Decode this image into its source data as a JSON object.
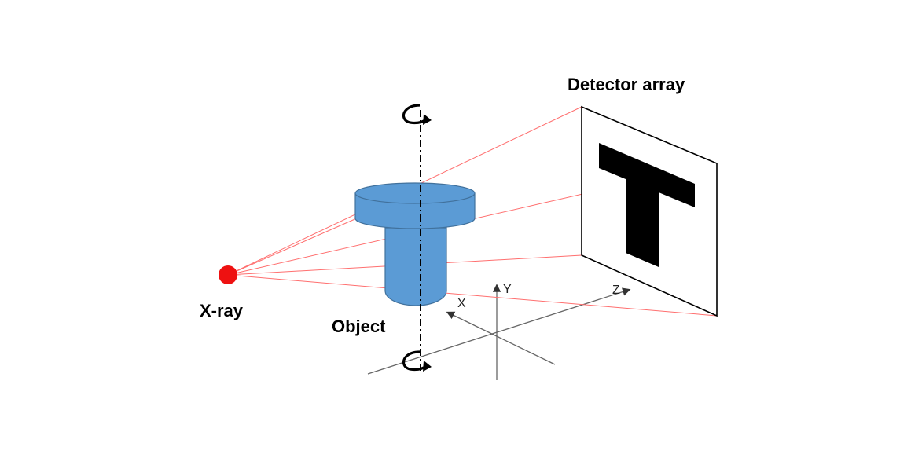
{
  "labels": {
    "detector": "Detector array",
    "source": "X-ray",
    "object": "Object"
  },
  "axes": {
    "x": "X",
    "y": "Y",
    "z": "Z"
  },
  "projected_letter": "T",
  "icons": {
    "source": "red-dot-icon",
    "rotation_top": "rotation-arrow-icon",
    "rotation_bottom": "rotation-arrow-icon"
  },
  "colors": {
    "beam": "#ff6f6f",
    "source": "#ee1111",
    "object_fill": "#5b9bd5",
    "object_stroke": "#41719c",
    "detector_border": "#000000",
    "shadow": "#000000"
  }
}
